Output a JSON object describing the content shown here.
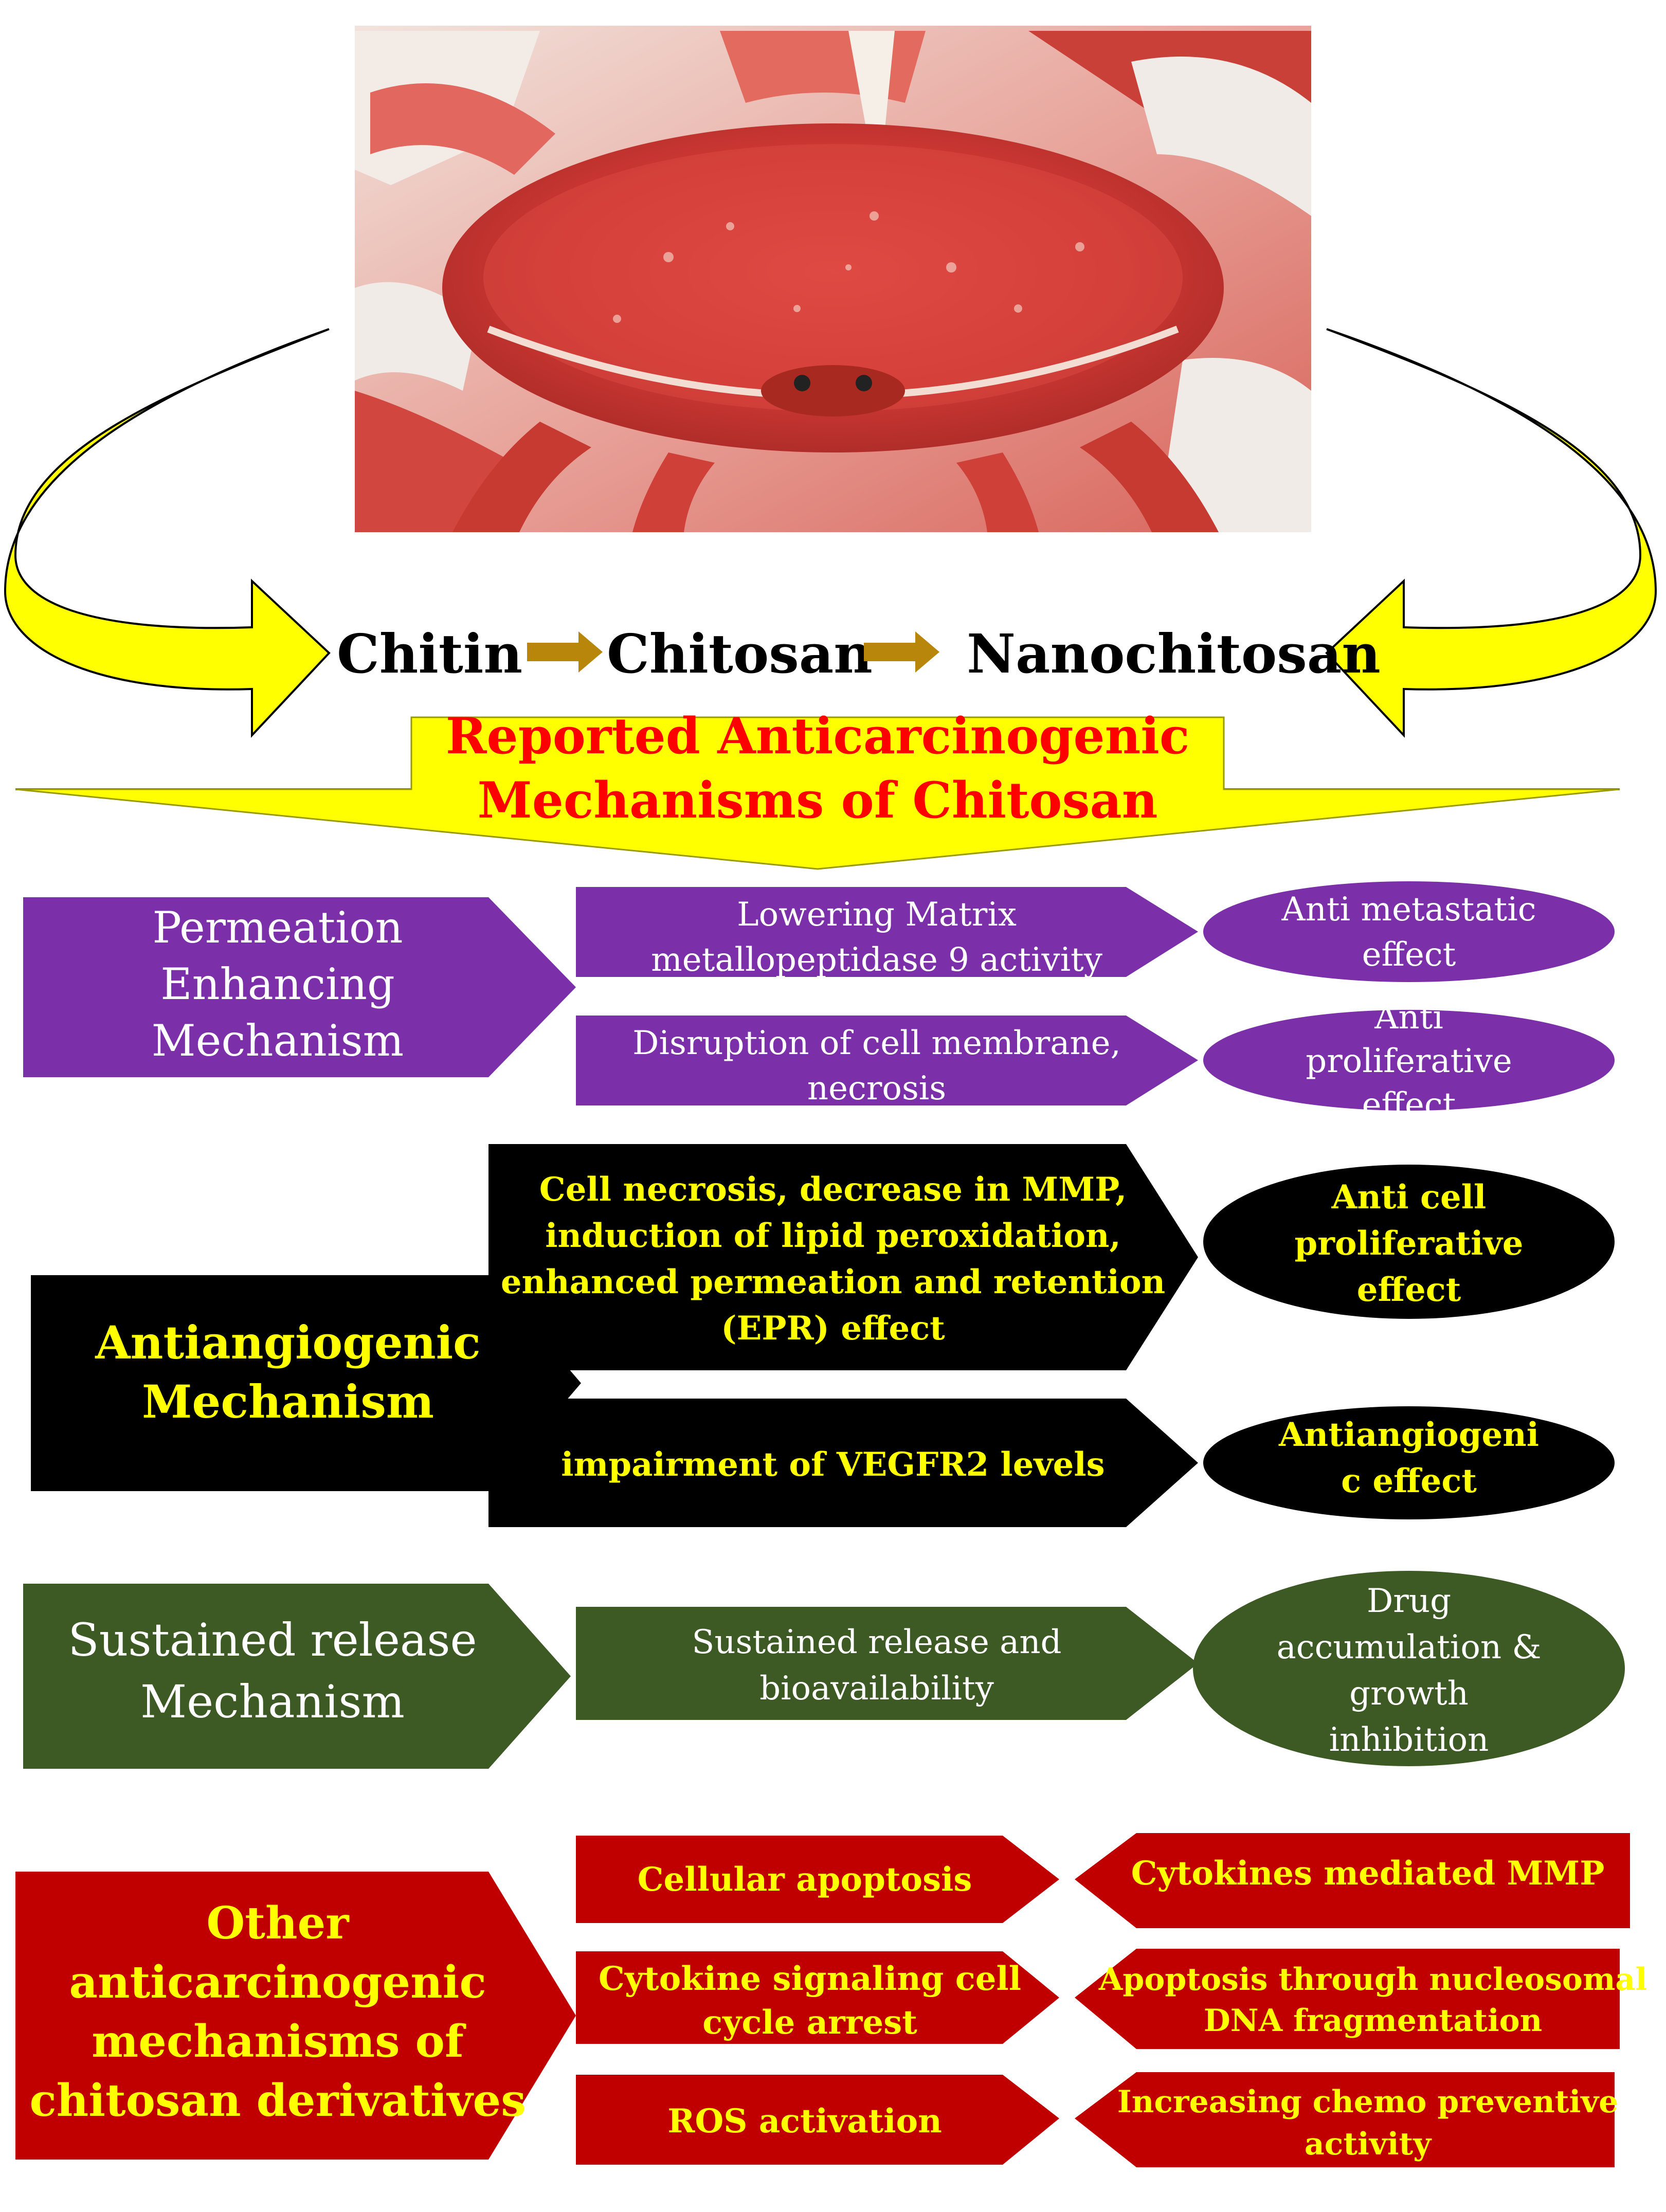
{
  "flow": {
    "step1": "Chitin",
    "step2": "Chitosan",
    "step3": "Nanochitosan"
  },
  "banner": {
    "line1": "Reported Anticarcinogenic",
    "line2": "Mechanisms of Chitosan"
  },
  "sections": {
    "permeation": {
      "title": [
        "Permeation",
        "Enhancing",
        "Mechanism"
      ],
      "items": [
        {
          "mechanism": [
            "Lowering Matrix",
            "metallopeptidase  9 activity"
          ],
          "effect": [
            "Anti metastatic",
            "effect"
          ]
        },
        {
          "mechanism": [
            "Disruption of cell membrane,",
            "necrosis"
          ],
          "effect": [
            "Anti",
            "proliferative",
            "effect"
          ]
        }
      ]
    },
    "antiangiogenic": {
      "title": [
        "Antiangiogenic",
        "Mechanism"
      ],
      "items": [
        {
          "mechanism": [
            "Cell necrosis, decrease in MMP,",
            "induction of lipid  peroxidation,",
            "enhanced permeation  and retention",
            "(EPR) effect"
          ],
          "effect": [
            "Anti cell",
            "proliferative",
            "effect"
          ]
        },
        {
          "mechanism": [
            "impairment of VEGFR2 levels"
          ],
          "effect": [
            "Antiangiogeni",
            "c effect"
          ]
        }
      ]
    },
    "sustained": {
      "title": [
        "Sustained release",
        "Mechanism"
      ],
      "items": [
        {
          "mechanism": [
            "Sustained release and",
            "bioavailability"
          ],
          "effect": [
            "Drug",
            "accumulation &",
            "growth",
            "inhibition"
          ]
        }
      ]
    },
    "other": {
      "title": [
        "Other",
        "anticarcinogenic",
        "mechanisms of",
        "chitosan derivatives"
      ],
      "left": [
        [
          "Cellular  apoptosis"
        ],
        [
          "Cytokine signaling cell",
          "cycle arrest"
        ],
        [
          "ROS activation"
        ]
      ],
      "right": [
        [
          "Cytokines mediated  MMP"
        ],
        [
          "Apoptosis through nucleosomal",
          "DNA fragmentation"
        ],
        [
          "Increasing chemo preventive",
          "activity"
        ]
      ]
    }
  },
  "colors": {
    "purple": "#7b2fa8",
    "black": "#000000",
    "green": "#3d5a24",
    "red": "#c00000",
    "yellow": "#ffff00",
    "title_red": "#ff0000",
    "arrow_gold": "#b8860b"
  }
}
